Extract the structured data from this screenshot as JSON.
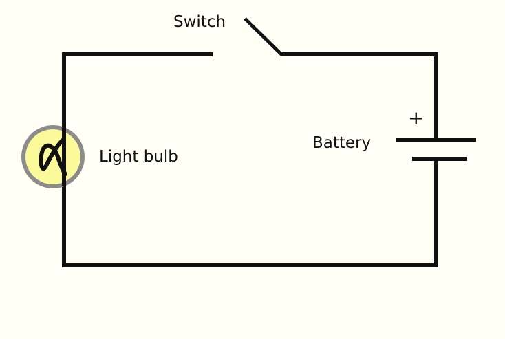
{
  "labels": {
    "switch": "Switch",
    "light_bulb": "Light bulb",
    "battery": "Battery",
    "battery_positive": "+"
  },
  "components": [
    {
      "name": "switch",
      "state": "open"
    },
    {
      "name": "light-bulb"
    },
    {
      "name": "battery"
    }
  ],
  "colors": {
    "background": "#fffff5",
    "wire": "#111111",
    "bulb_fill": "#fafa9a",
    "bulb_ring": "#8c8c8c"
  }
}
